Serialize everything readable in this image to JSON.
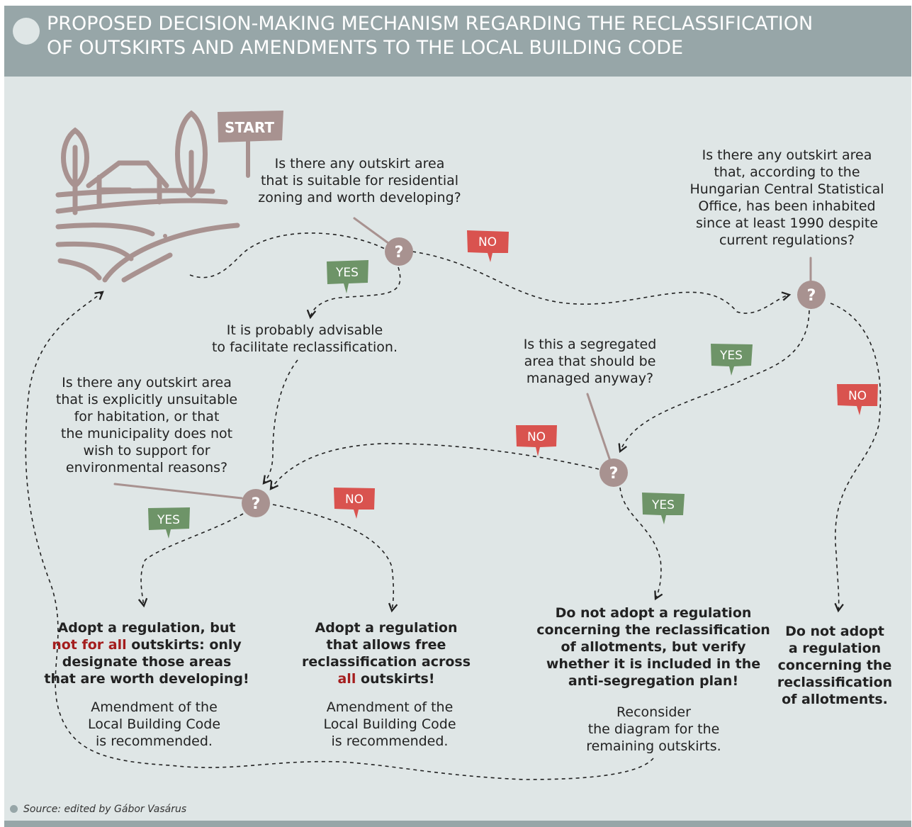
{
  "header": {
    "title_line1": "PROPOSED DECISION-MAKING MECHANISM REGARDING THE RECLASSIFICATION",
    "title_line2": "OF OUTSKIRTS AND AMENDMENTS TO THE LOCAL BUILDING CODE"
  },
  "start_label": "START",
  "questions": {
    "q1": {
      "l1": "Is there any outskirt area",
      "l2": "that is suitable for residential",
      "l3": "zoning and worth developing?"
    },
    "q2": {
      "l1": "Is there any outskirt area",
      "l2": "that, according to the",
      "l3": "Hungarian Central Statistical",
      "l4": "Office, has been inhabited",
      "l5": "since at least 1990 despite",
      "l6": "current regulations?"
    },
    "q3": {
      "l1": "Is this a segregated",
      "l2": "area that should be",
      "l3": "managed anyway?"
    },
    "q4": {
      "l1": "Is there any outskirt area",
      "l2": "that is explicitly unsuitable",
      "l3": "for habitation, or that",
      "l4": "the municipality does not",
      "l5": "wish to support for",
      "l6": "environmental reasons?"
    }
  },
  "intermediate": {
    "l1": "It is probably advisable",
    "l2": "to facilitate reclassification."
  },
  "flags": {
    "yes": "YES",
    "no": "NO"
  },
  "question_mark": "?",
  "outcomes": {
    "o1": {
      "l1": "Adopt a regulation, but",
      "l2_red": "not for all",
      "l2_rest": " outskirts: only",
      "l3": "designate those areas",
      "l4": "that are worth developing!",
      "n1": "Amendment of the",
      "n2": "Local Building Code",
      "n3": "is recommended."
    },
    "o2": {
      "l1": "Adopt a regulation",
      "l2": "that allows free",
      "l3": "reclassification across",
      "l4_red": "all",
      "l4_rest": " outskirts!",
      "n1": "Amendment of the",
      "n2": "Local Building Code",
      "n3": "is recommended."
    },
    "o3": {
      "l1": "Do not adopt a regulation",
      "l2": "concerning the reclassification",
      "l3": "of allotments, but verify",
      "l4": "whether it is included in the",
      "l5": "anti-segregation plan!",
      "n1": "Reconsider",
      "n2": "the diagram for the",
      "n3": "remaining outskirts."
    },
    "o4": {
      "l1": "Do not adopt",
      "l2": "a regulation",
      "l3": "concerning the",
      "l4": "reclassification",
      "l5": "of allotments."
    }
  },
  "source": "Source: edited by Gábor Vasárus",
  "colors": {
    "background": "#dfe6e6",
    "header": "#97a6a8",
    "node": "#a89290",
    "yes_flag": "#6e9468",
    "no_flag": "#d9534f",
    "highlight": "#a41d1d"
  }
}
